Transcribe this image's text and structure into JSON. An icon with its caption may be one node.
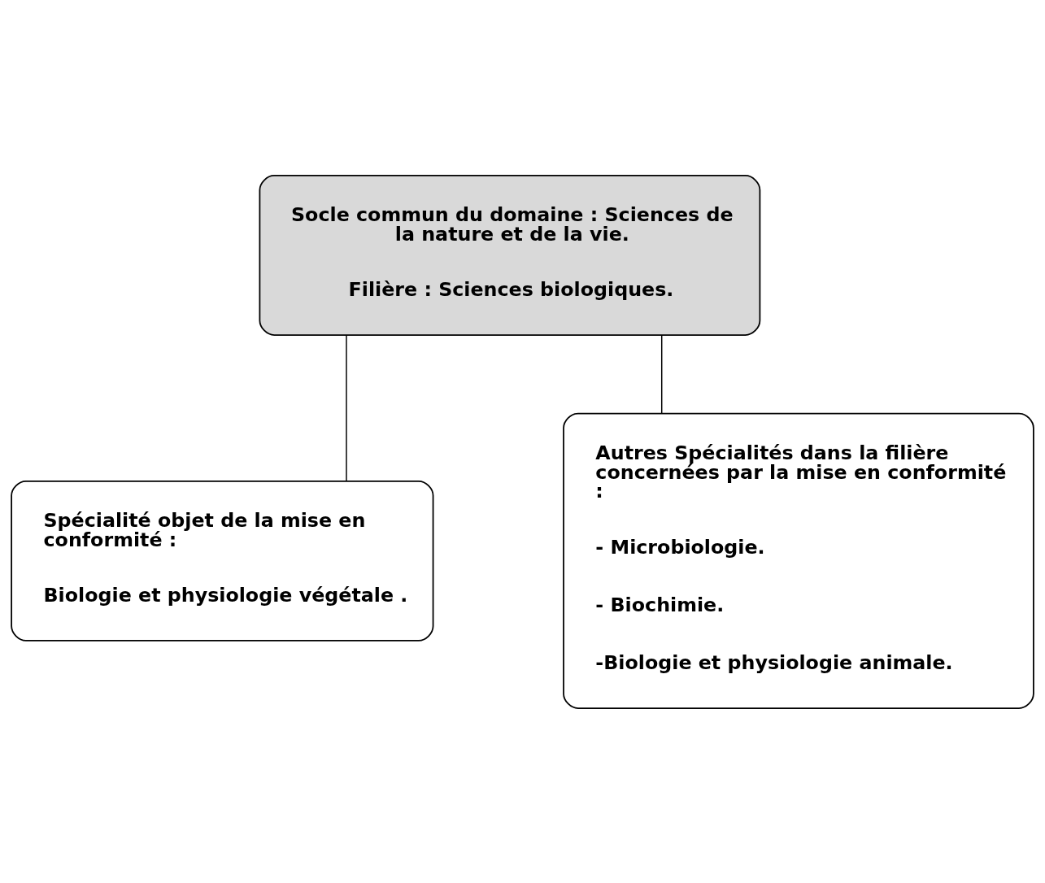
{
  "diagram": {
    "nodes": [
      {
        "text": [
          "Socle commun du domaine : Sciences de la nature et de la vie.",
          "Filière : Sciences biologiques."
        ]
      },
      {
        "text": [
          "Spécialité objet de la mise en conformité :",
          "Biologie et physiologie végétale ."
        ]
      },
      {
        "text": [
          "Autres Spécialités dans la filière concernées par la mise en conformité :",
          "- Microbiologie.",
          "- Biochimie.",
          "-Biologie et physiologie animale."
        ]
      }
    ],
    "edges": [
      {
        "from": 0,
        "to": 1,
        "arrow": "none"
      },
      {
        "from": 0,
        "to": 2,
        "arrow": "none"
      }
    ]
  }
}
